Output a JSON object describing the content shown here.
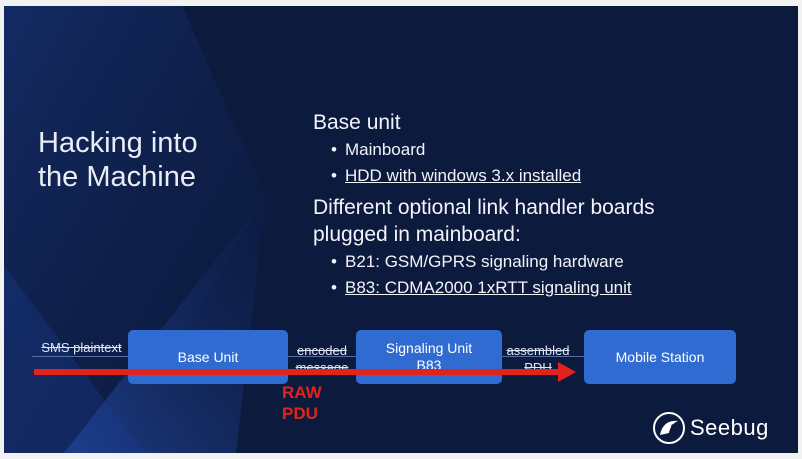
{
  "title": [
    "Hacking into",
    "the Machine"
  ],
  "content": {
    "base_unit_heading": "Base unit",
    "base_unit_items": [
      {
        "text": "Mainboard",
        "underline": false
      },
      {
        "text": "HDD with windows 3.x installed",
        "underline": true
      }
    ],
    "boards_heading": "Different optional link handler boards plugged in mainboard:",
    "boards_items": [
      {
        "text": "B21: GSM/GPRS signaling hardware",
        "underline": false
      },
      {
        "text": "B83: CDMA2000 1xRTT signaling unit",
        "underline": true
      }
    ]
  },
  "diagram": {
    "input_label": "SMS plaintext",
    "boxes": {
      "base_unit": "Base Unit",
      "signaling_unit": [
        "Signaling Unit",
        "B83"
      ],
      "mobile_station": "Mobile Station"
    },
    "edge_labels": {
      "encoded": [
        "encoded",
        "message"
      ],
      "assembled": [
        "assembled",
        "PDU"
      ]
    },
    "raw_label": [
      "RAW",
      "PDU"
    ],
    "arrow_color": "#e3231b",
    "box_color": "#2f6bd1"
  },
  "logo": {
    "text": "Seebug"
  }
}
